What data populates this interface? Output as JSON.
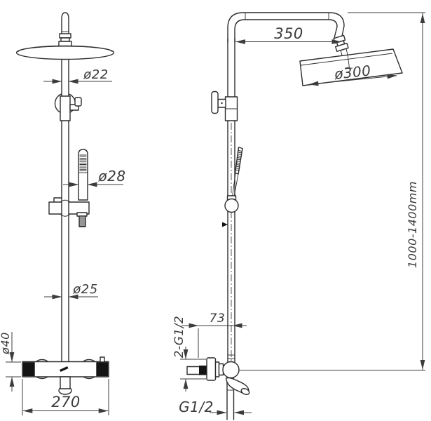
{
  "colors": {
    "line": "#2d2d2d",
    "dim": "#3c3c3c",
    "ink": "#141414",
    "background": "#ffffff"
  },
  "dims": {
    "arm_length": "350",
    "head_diameter": "ø300",
    "top_pipe_diameter": "ø22",
    "hand_shower_diameter": "ø28",
    "riser_diameter": "ø25",
    "valve_body_diameter": "ø40",
    "mixer_width": "270",
    "wall_distance": "73",
    "inlet_connections": "2-G1/2",
    "outlet_connection": "G1/2",
    "height_range": "1000-1400mm"
  }
}
